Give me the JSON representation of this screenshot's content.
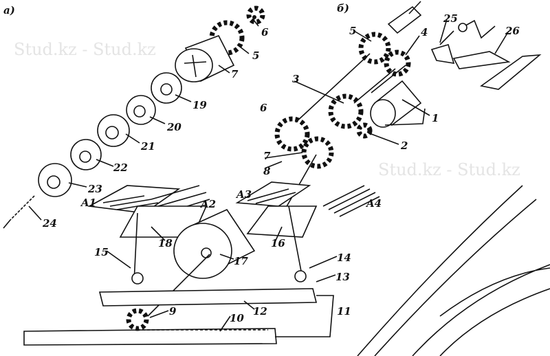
{
  "figure": {
    "panel_a": "а)",
    "panel_b": "б)",
    "watermark": "Stud.kz - Stud.kz",
    "labels_a": [
      "6",
      "5",
      "7",
      "19",
      "20",
      "21",
      "22",
      "23",
      "24"
    ],
    "labels_mech": [
      "A1",
      "A2",
      "A3",
      "A4",
      "18",
      "15",
      "17",
      "16",
      "14",
      "13",
      "12",
      "11",
      "10",
      "9",
      "8",
      "7",
      "6"
    ],
    "labels_b": [
      "5",
      "4",
      "3",
      "25",
      "26",
      "1",
      "2"
    ]
  }
}
